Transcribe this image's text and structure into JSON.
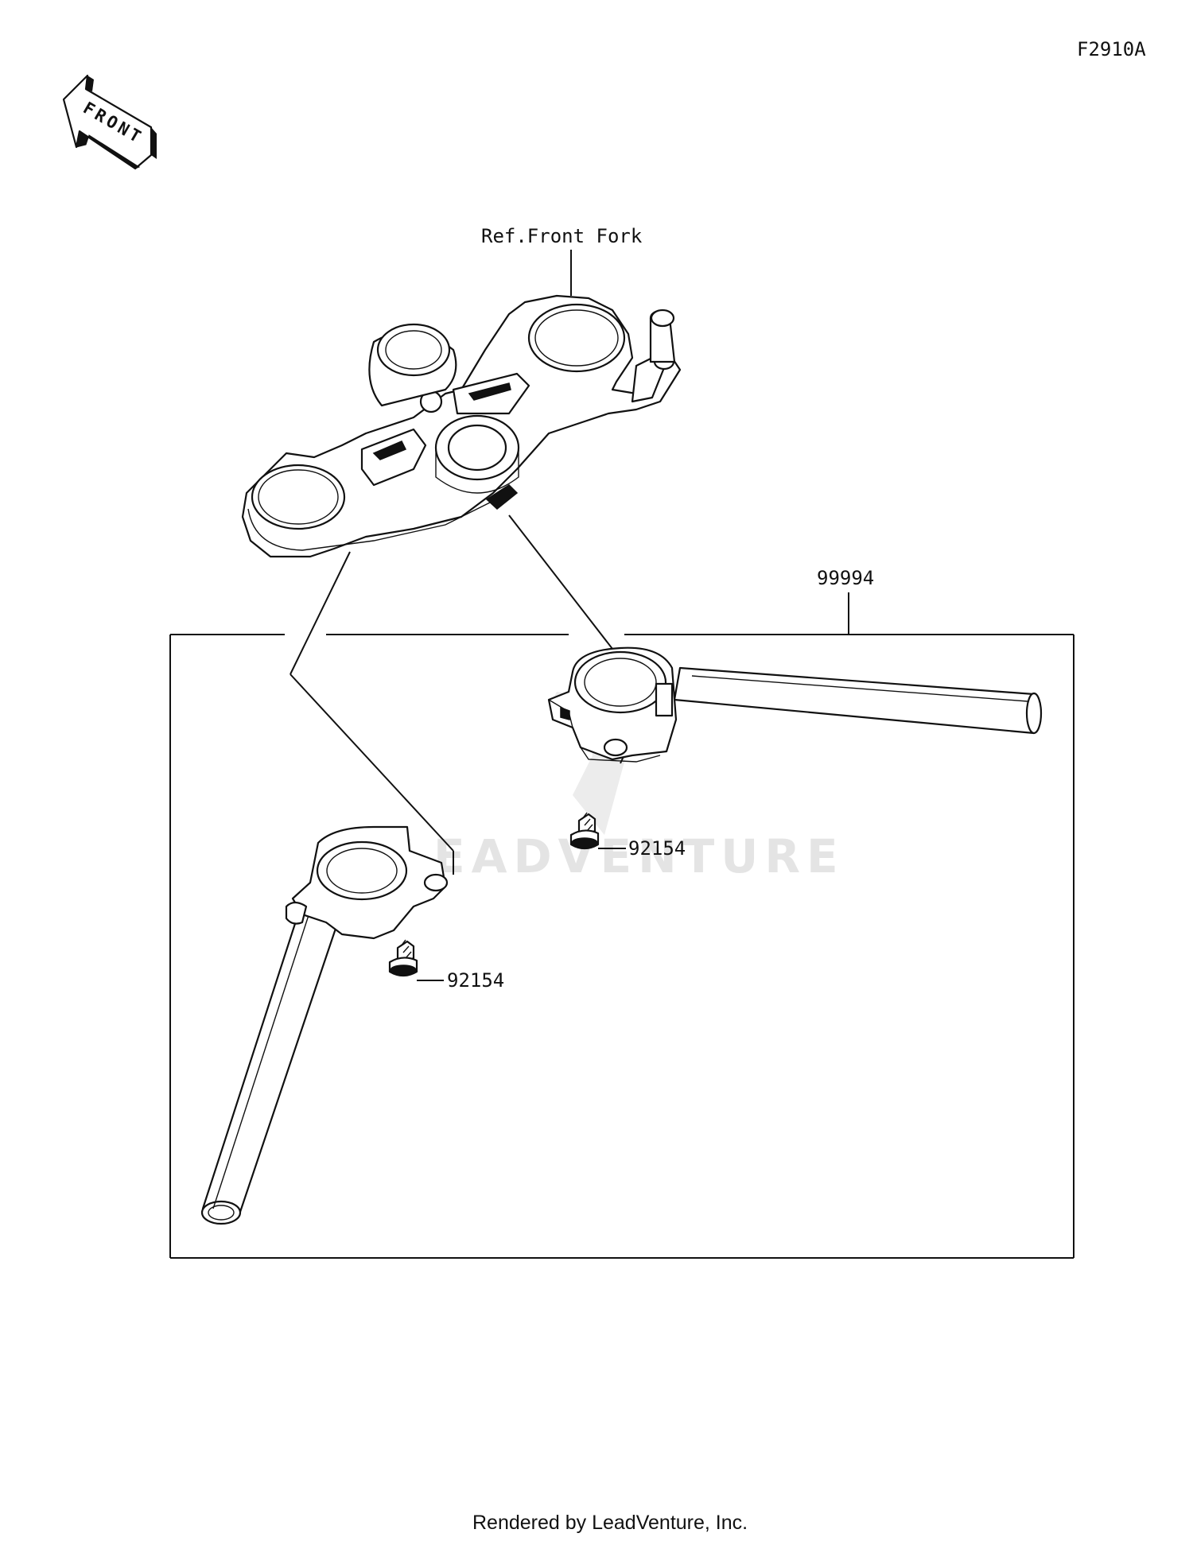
{
  "diagram_code": "F2910A",
  "front_indicator": "FRONT",
  "watermark": "LEADVENTURE",
  "reference_label": "Ref.Front Fork",
  "callouts": {
    "kit": "99994",
    "bolt_right": "92154",
    "bolt_left": "92154"
  },
  "footer": "Rendered by LeadVenture, Inc."
}
